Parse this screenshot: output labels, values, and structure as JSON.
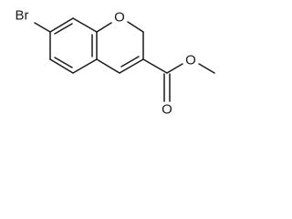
{
  "molecule": {
    "atoms": {
      "br": "Br",
      "o_ring": "O",
      "o_carbonyl": "O",
      "o_ester": "O"
    }
  },
  "colors": {
    "bond": "#1a1a1a",
    "background": "#ffffff"
  }
}
